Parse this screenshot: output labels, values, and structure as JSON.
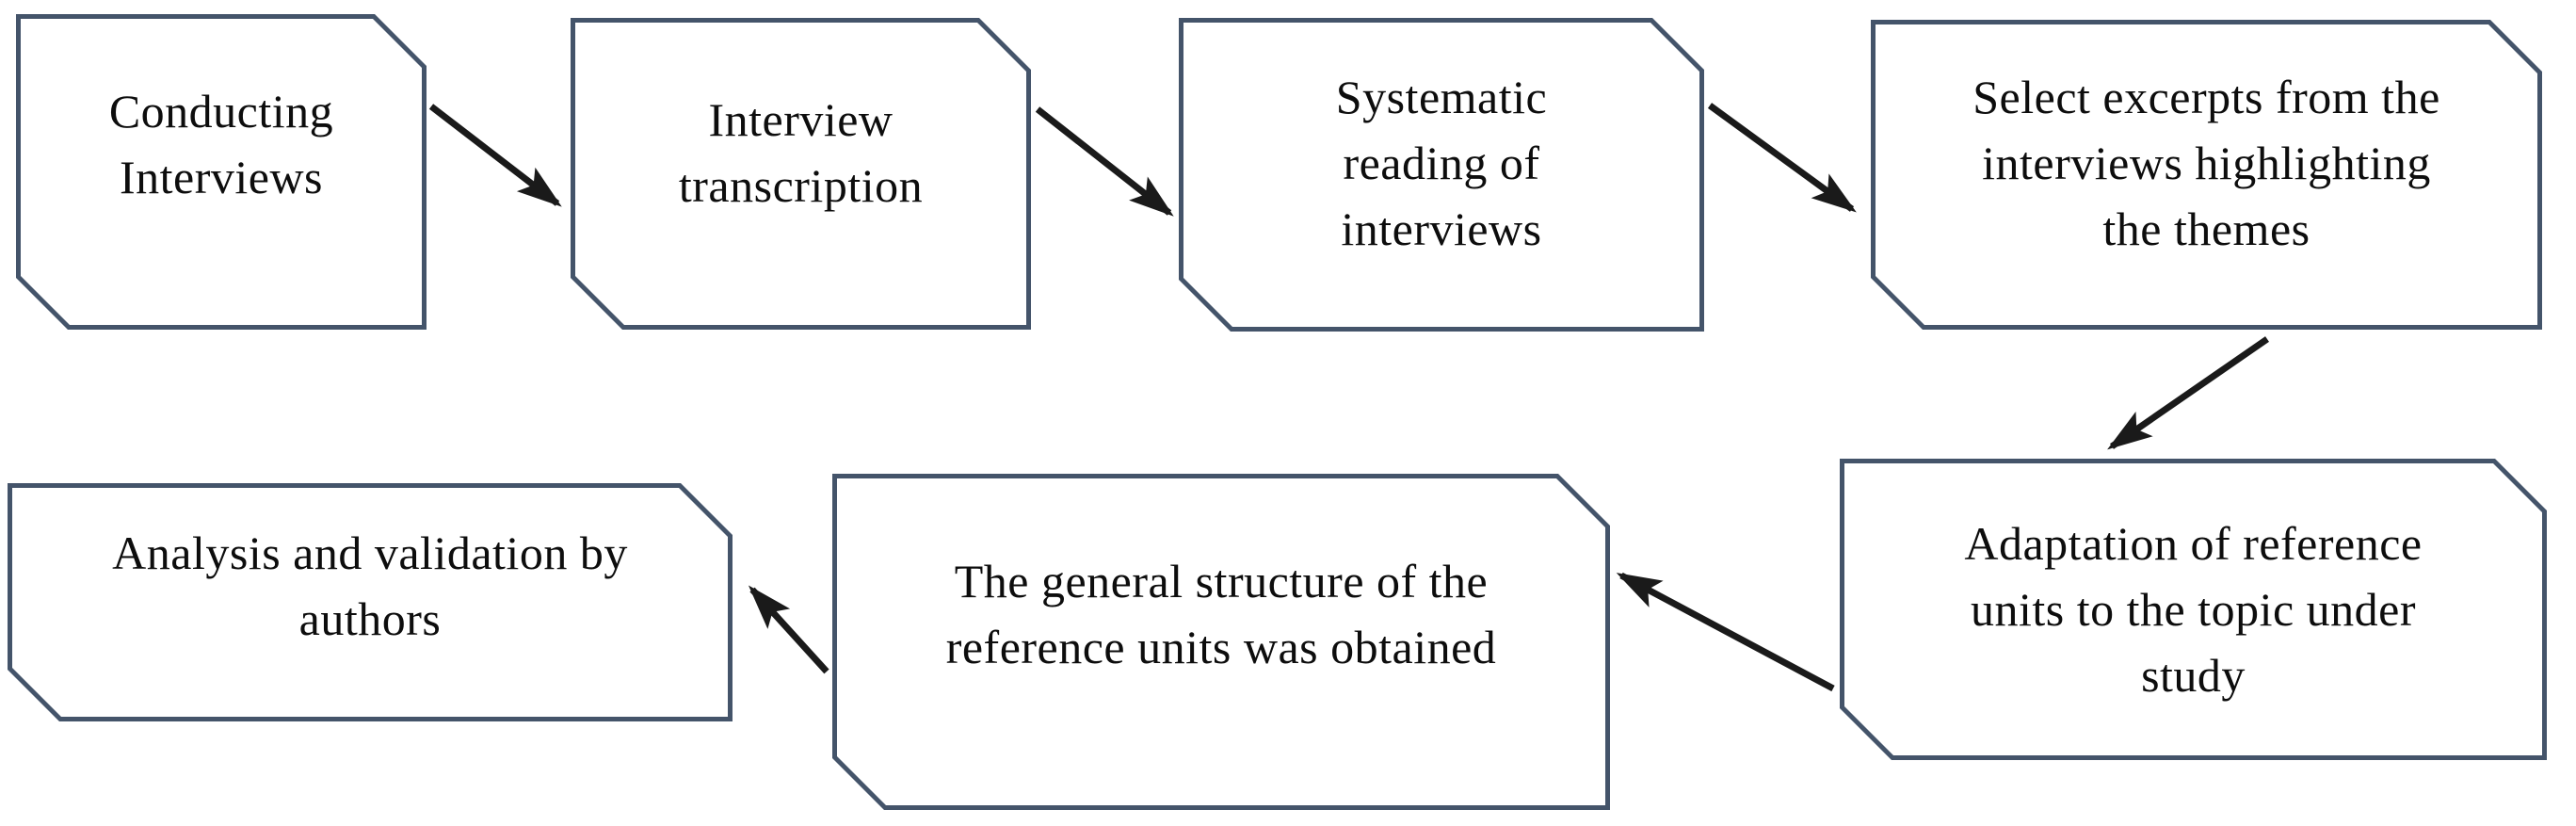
{
  "figure": {
    "type": "flowchart",
    "background": "#ffffff",
    "node_border_color": "#44546a",
    "node_fill_color": "#ffffff",
    "arrow_color": "#1a1a1a",
    "text_color": "#0d0d0d"
  },
  "diagram": {
    "nodes": [
      {
        "id": "conducting-interviews",
        "label": "Conducting\nInterviews"
      },
      {
        "id": "interview-transcription",
        "label": "Interview\ntranscription"
      },
      {
        "id": "systematic-reading",
        "label": "Systematic\nreading of\ninterviews"
      },
      {
        "id": "select-excerpts",
        "label": "Select excerpts from the\ninterviews highlighting\nthe themes"
      },
      {
        "id": "analysis-validation",
        "label": "Analysis and validation by\nauthors"
      },
      {
        "id": "general-structure",
        "label": "The general structure of the\nreference units was obtained"
      },
      {
        "id": "adaptation-reference-units",
        "label": "Adaptation of reference\nunits to the topic under\nstudy"
      }
    ],
    "edges": [
      {
        "from": "conducting-interviews",
        "to": "interview-transcription"
      },
      {
        "from": "interview-transcription",
        "to": "systematic-reading"
      },
      {
        "from": "systematic-reading",
        "to": "select-excerpts"
      },
      {
        "from": "select-excerpts",
        "to": "adaptation-reference-units"
      },
      {
        "from": "adaptation-reference-units",
        "to": "general-structure"
      },
      {
        "from": "general-structure",
        "to": "analysis-validation"
      }
    ]
  }
}
